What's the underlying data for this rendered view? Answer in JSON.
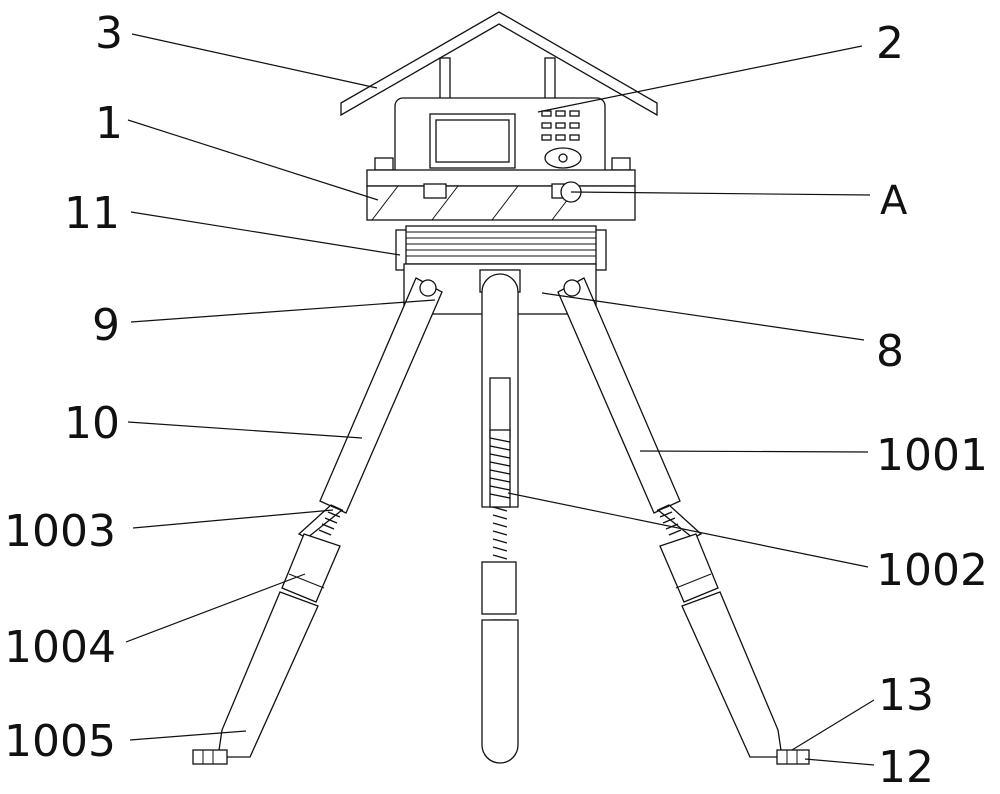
{
  "labels": {
    "l3": "3",
    "l2": "2",
    "l1": "1",
    "lA": "A",
    "l11": "11",
    "l9": "9",
    "l8": "8",
    "l10": "10",
    "l1001": "1001",
    "l1003": "1003",
    "l1002": "1002",
    "l1004": "1004",
    "l1005": "1005",
    "l13": "13",
    "l12": "12"
  }
}
